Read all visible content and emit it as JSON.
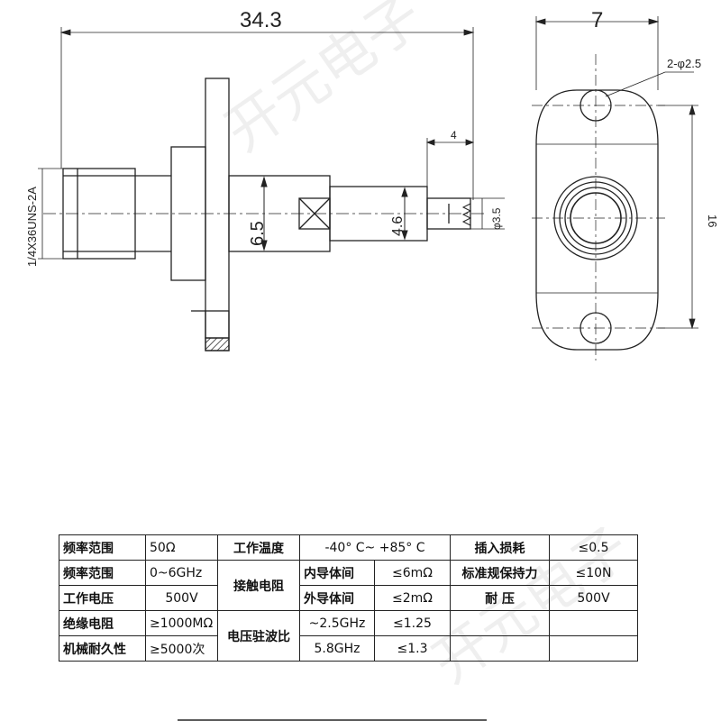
{
  "dimensions": {
    "overall_length": "34.3",
    "thread_spec": "1/4X36UNS-2A",
    "body_diameter": "6.5",
    "pin_section_diameter": "4.6",
    "tip_length": "4",
    "tip_diameter": "φ3.5",
    "flange_width": "7",
    "mount_holes": "2-φ2.5",
    "flange_height": "16"
  },
  "watermark": {
    "top": "开元电子",
    "bottom": "开元电子"
  },
  "spec_table": {
    "r1": {
      "c1": "频率范围",
      "c2": "50Ω",
      "c3": "工作温度",
      "c4": "-40° C~ +85° C",
      "c5": "插入损耗",
      "c6": "≤0.5"
    },
    "r2": {
      "c1": "频率范围",
      "c2": "0~6GHz",
      "c3": "接触电阻",
      "c4": "内导体间",
      "c5": "≤6mΩ",
      "c6": "标准规保持力",
      "c7": "≤10N"
    },
    "r3": {
      "c1": "工作电压",
      "c2": "500V",
      "c4": "外导体间",
      "c5": "≤2mΩ",
      "c6": "耐  压",
      "c7": "500V"
    },
    "r4": {
      "c1": "绝缘电阻",
      "c2": "≥1000MΩ",
      "c3": "电压驻波比",
      "c4": "~2.5GHz",
      "c5": "≤1.25",
      "c6": "",
      "c7": ""
    },
    "r5": {
      "c1": "机械耐久性",
      "c2": "≥5000次",
      "c4": "5.8GHz",
      "c5": "≤1.3",
      "c6": "",
      "c7": ""
    }
  }
}
